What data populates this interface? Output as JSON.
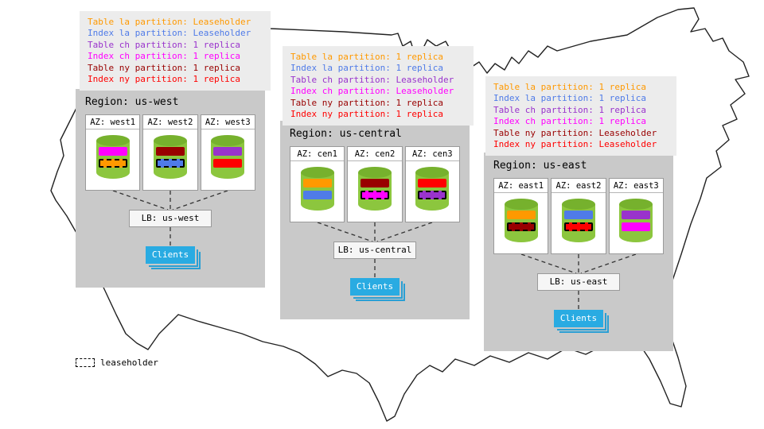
{
  "key": {
    "label": "leaseholder"
  },
  "colors": {
    "table_la": "#FF9900",
    "index_la": "#4F7BE8",
    "table_ch": "#9933CC",
    "index_ch": "#FF00FF",
    "table_ny": "#990000",
    "index_ny": "#FF0000",
    "cylinder_body": "#8CC63E",
    "cylinder_top": "#76B12D",
    "clients": "#29ABE2"
  },
  "regions": [
    {
      "title": "Region: us-west",
      "legend": [
        {
          "text": "Table la partition: Leaseholder",
          "color": "#FF9900"
        },
        {
          "text": "Index la partition: Leaseholder",
          "color": "#4F7BE8"
        },
        {
          "text": "Table ch partition: 1 replica",
          "color": "#9933CC"
        },
        {
          "text": "Index ch partition: 1 replica",
          "color": "#FF00FF"
        },
        {
          "text": "Table ny partition: 1 replica",
          "color": "#990000"
        },
        {
          "text": "Index ny partition: 1 replica",
          "color": "#FF0000"
        }
      ],
      "azs": [
        {
          "label": "AZ: west1",
          "bars": [
            {
              "color": "#FF00FF",
              "leaseholder": false
            },
            {
              "color": "#FF9900",
              "leaseholder": true
            }
          ]
        },
        {
          "label": "AZ: west2",
          "bars": [
            {
              "color": "#990000",
              "leaseholder": false
            },
            {
              "color": "#4F7BE8",
              "leaseholder": true
            }
          ]
        },
        {
          "label": "AZ: west3",
          "bars": [
            {
              "color": "#9933CC",
              "leaseholder": false
            },
            {
              "color": "#FF0000",
              "leaseholder": false
            }
          ]
        }
      ],
      "lb_label": "LB: us-west",
      "clients_label": "Clients"
    },
    {
      "title": "Region: us-central",
      "legend": [
        {
          "text": "Table la partition: 1 replica",
          "color": "#FF9900"
        },
        {
          "text": "Index la partition: 1 replica",
          "color": "#4F7BE8"
        },
        {
          "text": "Table ch partition: Leaseholder",
          "color": "#9933CC"
        },
        {
          "text": "Index ch partition: Leaseholder",
          "color": "#FF00FF"
        },
        {
          "text": "Table ny partition: 1 replica",
          "color": "#990000"
        },
        {
          "text": "Index ny partition: 1 replica",
          "color": "#FF0000"
        }
      ],
      "azs": [
        {
          "label": "AZ: cen1",
          "bars": [
            {
              "color": "#FF9900",
              "leaseholder": false
            },
            {
              "color": "#4F7BE8",
              "leaseholder": false
            }
          ]
        },
        {
          "label": "AZ: cen2",
          "bars": [
            {
              "color": "#990000",
              "leaseholder": false
            },
            {
              "color": "#FF00FF",
              "leaseholder": true
            }
          ]
        },
        {
          "label": "AZ: cen3",
          "bars": [
            {
              "color": "#FF0000",
              "leaseholder": false
            },
            {
              "color": "#9933CC",
              "leaseholder": true
            }
          ]
        }
      ],
      "lb_label": "LB: us-central",
      "clients_label": "Clients"
    },
    {
      "title": "Region: us-east",
      "legend": [
        {
          "text": "Table la partition: 1 replica",
          "color": "#FF9900"
        },
        {
          "text": "Index la partition: 1 replica",
          "color": "#4F7BE8"
        },
        {
          "text": "Table ch partition: 1 replica",
          "color": "#9933CC"
        },
        {
          "text": "Index ch partition: 1 replica",
          "color": "#FF00FF"
        },
        {
          "text": "Table ny partition: Leaseholder",
          "color": "#990000"
        },
        {
          "text": "Index ny partition: Leaseholder",
          "color": "#FF0000"
        }
      ],
      "azs": [
        {
          "label": "AZ: east1",
          "bars": [
            {
              "color": "#FF9900",
              "leaseholder": false
            },
            {
              "color": "#990000",
              "leaseholder": true
            }
          ]
        },
        {
          "label": "AZ: east2",
          "bars": [
            {
              "color": "#4F7BE8",
              "leaseholder": false
            },
            {
              "color": "#FF0000",
              "leaseholder": true
            }
          ]
        },
        {
          "label": "AZ: east3",
          "bars": [
            {
              "color": "#9933CC",
              "leaseholder": false
            },
            {
              "color": "#FF00FF",
              "leaseholder": false
            }
          ]
        }
      ],
      "lb_label": "LB: us-east",
      "clients_label": "Clients"
    }
  ]
}
